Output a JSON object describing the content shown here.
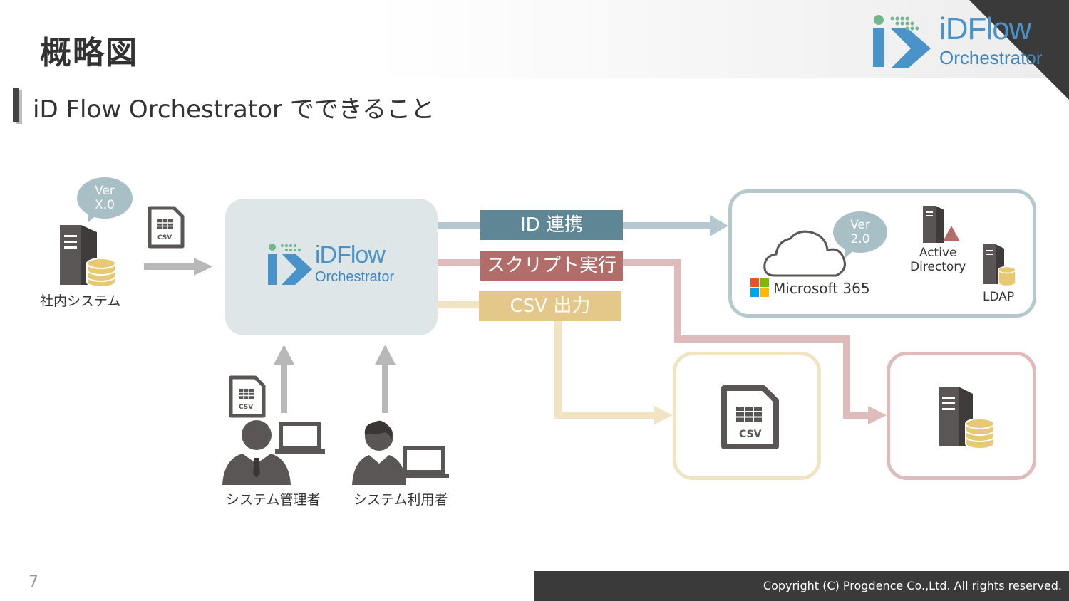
{
  "header": {
    "title": "概略図",
    "subtitle": "iD Flow Orchestrator でできること",
    "logo": {
      "word": "iDFlow",
      "sub": "Orchestrator"
    }
  },
  "diagram": {
    "source_system": {
      "label": "社内システム",
      "version_bubble": "Ver\nX.0",
      "file_badge": "CSV"
    },
    "hub": {
      "word": "iDFlow",
      "sub": "Orchestrator"
    },
    "outputs": [
      {
        "label": "ID 連携",
        "color": "#5f8695"
      },
      {
        "label": "スクリプト実行",
        "color": "#b06d69"
      },
      {
        "label": "CSV 出力",
        "color": "#e4c889"
      }
    ],
    "users": {
      "admin": {
        "label": "システム管理者",
        "file_badge": "CSV"
      },
      "user": {
        "label": "システム利用者"
      }
    },
    "targets": {
      "cloud": {
        "version_bubble": "Ver\n2.0",
        "microsoft": "Microsoft 365",
        "ad": "Active\nDirectory",
        "ldap": "LDAP"
      },
      "csv_file": {
        "file_badge": "CSV"
      },
      "server": {}
    }
  },
  "footer": {
    "copyright": "Copyright (C) Progdence Co.,Ltd. All rights reserved.",
    "page": "7"
  },
  "colors": {
    "link_blue": "#b5c8cf",
    "link_red": "#ddbcbb",
    "link_yellow": "#f1e4c3",
    "arrow_gray": "#b8b8b8",
    "icon_dark": "#5b5656",
    "db_gold": "#e7c873"
  }
}
